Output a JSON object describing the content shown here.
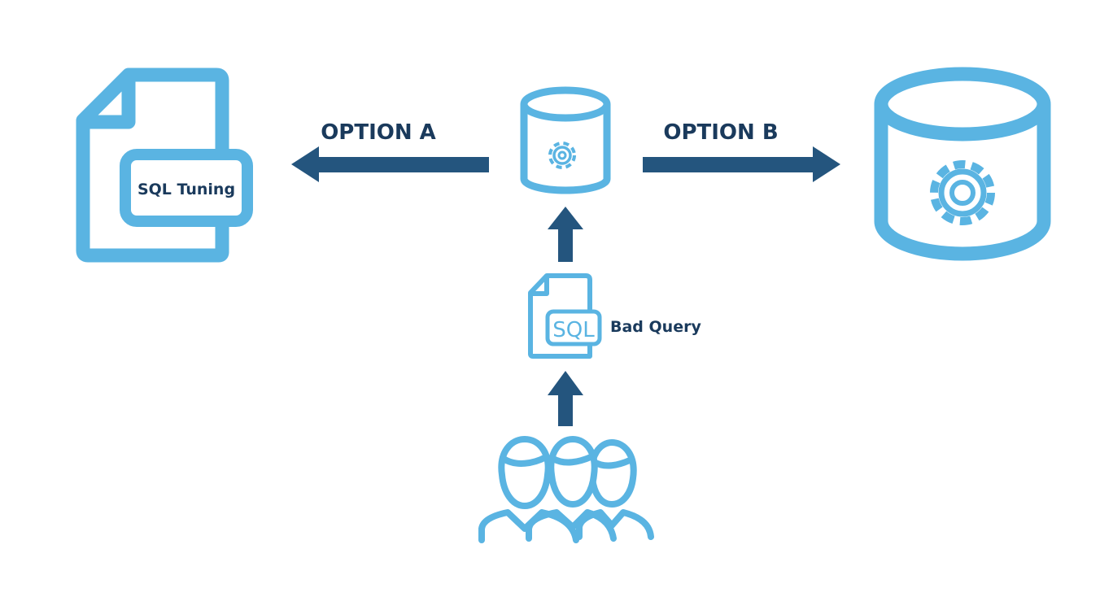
{
  "colors": {
    "icon_light_blue": "#5ab4e2",
    "arrow_dark_blue": "#24557e",
    "text_dark": "#1a3a5c",
    "background": "#ffffff"
  },
  "icons": {
    "tuning_document": "document-icon",
    "small_database": "database-gear-icon",
    "large_database": "database-gear-icon",
    "bad_query_file": "sql-file-icon",
    "users": "users-group-icon"
  },
  "labels": {
    "option_a": "OPTION A",
    "option_b": "OPTION B",
    "sql_tuning": "SQL Tuning",
    "sql_badge": "SQL",
    "bad_query": "Bad Query"
  }
}
